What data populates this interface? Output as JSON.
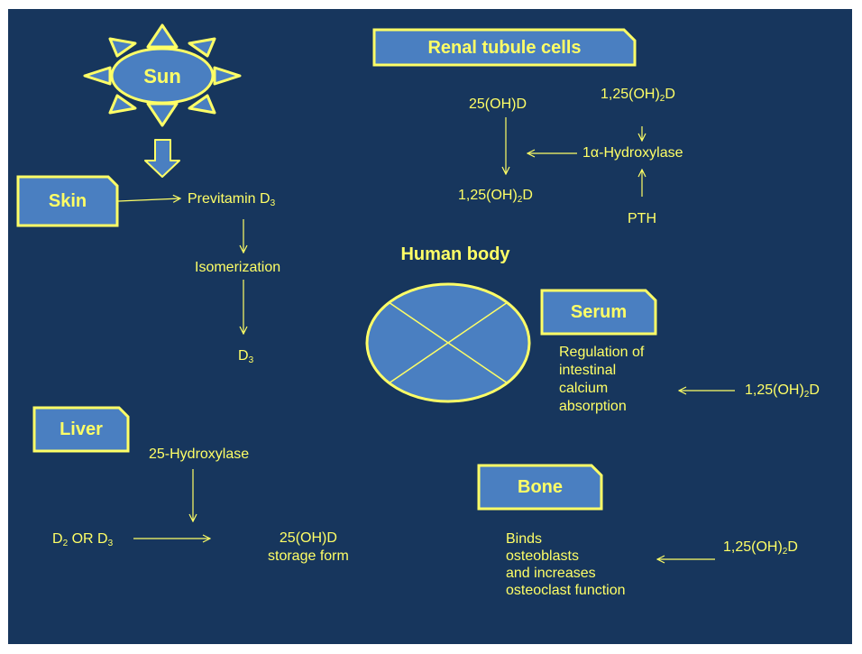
{
  "colors": {
    "background": "#17365d",
    "shape_fill": "#4a7fc1",
    "outline": "#ffff66",
    "text": "#ffff66"
  },
  "sun": {
    "label": "Sun"
  },
  "skin": {
    "label": "Skin",
    "previtamin": {
      "text": "Previtamin D",
      "sub": "3"
    },
    "isomerization": "Isomerization",
    "d3": {
      "text": "D",
      "sub": "3"
    }
  },
  "renal": {
    "label": "Renal tubule cells",
    "oh_d": "25(OH)D",
    "calcitriol_top": {
      "pre": "1,25(OH)",
      "sub": "2",
      "post": "D"
    },
    "hydroxylase": "1α-Hydroxylase",
    "calcitriol_result": {
      "pre": "1,25(OH)",
      "sub": "2",
      "post": "D"
    },
    "pth": "PTH"
  },
  "human_body": {
    "label": "Human body"
  },
  "serum": {
    "label": "Serum",
    "regulation": [
      "Regulation of",
      "intestinal",
      "calcium",
      "absorption"
    ],
    "calcitriol": {
      "pre": "1,25(OH)",
      "sub": "2",
      "post": "D"
    }
  },
  "liver": {
    "label": "Liver",
    "hydroxylase": "25-Hydroxylase",
    "input": {
      "a": "D",
      "a_sub": "2",
      "mid": " OR D",
      "b_sub": "3"
    },
    "storage": [
      "25(OH)D",
      "storage form"
    ]
  },
  "bone": {
    "label": "Bone",
    "effect": [
      "Binds",
      "osteoblasts",
      "and increases",
      "osteoclast function"
    ],
    "calcitriol": {
      "pre": "1,25(OH)",
      "sub": "2",
      "post": "D"
    }
  }
}
